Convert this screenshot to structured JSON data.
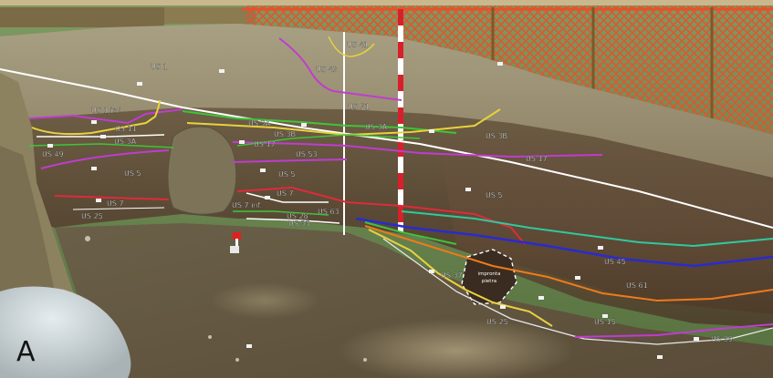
{
  "figure": {
    "panel_letter": "A"
  },
  "stone_imprint": {
    "line1": "impronta",
    "line2": "pietra"
  },
  "labels": [
    "US 41",
    "US 43",
    "US 1",
    "US 1 inf.",
    "US 51",
    "US 11",
    "US 3A",
    "US 3A",
    "US 3B",
    "US 3B",
    "US 3A",
    "US 17",
    "US 17",
    "US 49",
    "US 53",
    "US 5",
    "US 5",
    "US 5",
    "US 7",
    "US 7",
    "US 7 inf.",
    "US 25",
    "US 28",
    "US 63",
    "US 33",
    "US 45",
    "US 61",
    "US 37",
    "US 15",
    "US 25",
    "US 39"
  ],
  "colors": {
    "soil_light": "#a39a7b",
    "soil_dark": "#4c3e2c",
    "fence_orange": "#e8502a",
    "stratigraphy_white": "#ffffff",
    "stratigraphy_yellow": "#e8d23c",
    "stratigraphy_green": "#3ec43a",
    "stratigraphy_magenta": "#c03cd0",
    "stratigraphy_red": "#e02a3a",
    "stratigraphy_blue": "#2a2ad0",
    "stratigraphy_cyan": "#30c8a0",
    "stratigraphy_orange": "#f07a1a"
  }
}
